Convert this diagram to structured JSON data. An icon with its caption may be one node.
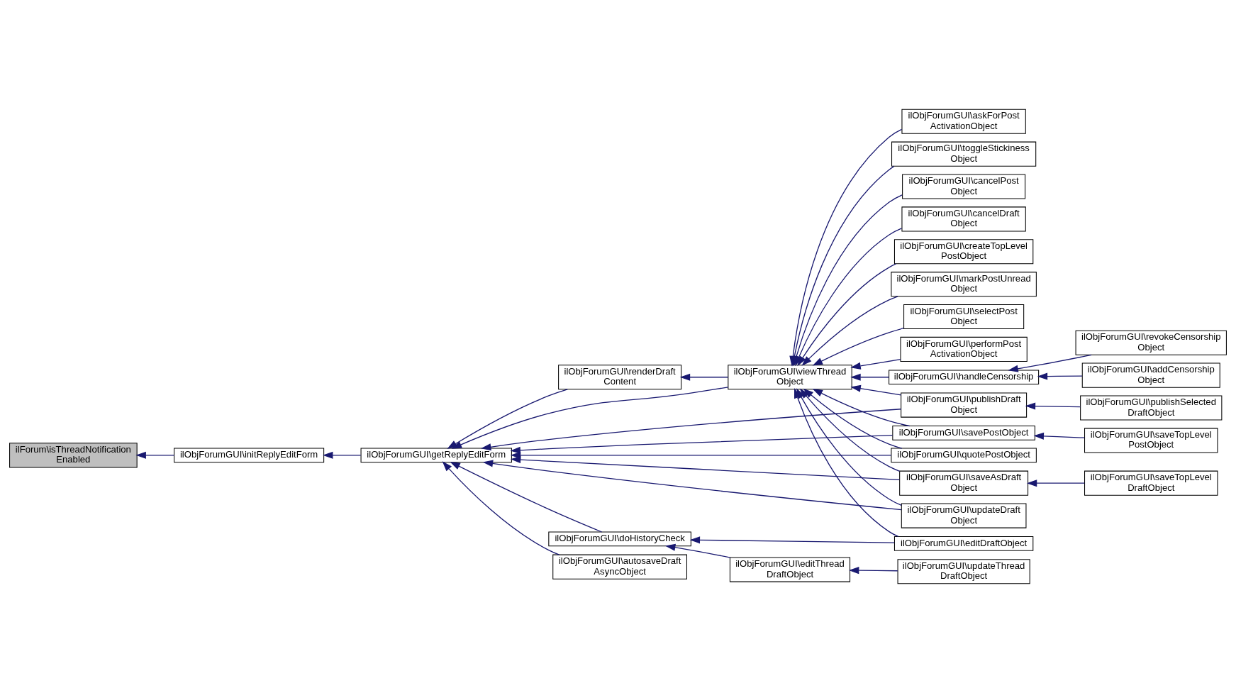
{
  "diagram": {
    "nodes": [
      {
        "text": [
          "ilForum\\isThreadNotification Enabled"
        ]
      },
      {
        "text": [
          "ilObjForumGUI\\initReplyEditForm"
        ]
      },
      {
        "text": [
          "ilObjForumGUI\\getReplyEditForm"
        ]
      },
      {
        "text": [
          "ilObjForumGUI\\renderDraft Content"
        ]
      },
      {
        "text": [
          "ilObjForumGUI\\doHistoryCheck"
        ]
      },
      {
        "text": [
          "ilObjForumGUI\\autosaveDraft AsyncObject"
        ]
      },
      {
        "text": [
          "ilObjForumGUI\\viewThread Object"
        ]
      },
      {
        "text": [
          "ilObjForumGUI\\editThread DraftObject"
        ]
      },
      {
        "text": [
          "ilObjForumGUI\\cancelDraft Object"
        ]
      },
      {
        "text": [
          "ilObjForumGUI\\createTopLevel PostObject"
        ]
      },
      {
        "text": [
          "ilObjForumGUI\\markPostUnread Object"
        ]
      },
      {
        "text": [
          "ilObjForumGUI\\selectPost Object"
        ]
      },
      {
        "text": [
          "ilObjForumGUI\\performPost ActivationObject"
        ]
      },
      {
        "text": [
          "ilObjForumGUI\\handleCensorship"
        ]
      },
      {
        "text": [
          "ilObjForumGUI\\askForPost ActivationObject"
        ]
      },
      {
        "text": [
          "ilObjForumGUI\\toggleStickiness Object"
        ]
      },
      {
        "text": [
          "ilObjForumGUI\\cancelPost Object"
        ]
      },
      {
        "text": [
          "ilObjForumGUI\\publishDraft Object"
        ]
      },
      {
        "text": [
          "ilObjForumGUI\\savePostObject"
        ]
      },
      {
        "text": [
          "ilObjForumGUI\\quotePostObject"
        ]
      },
      {
        "text": [
          "ilObjForumGUI\\saveAsDraft Object"
        ]
      },
      {
        "text": [
          "ilObjForumGUI\\updateDraft Object"
        ]
      },
      {
        "text": [
          "ilObjForumGUI\\editDraftObject"
        ]
      },
      {
        "text": [
          "ilObjForumGUI\\updateThread DraftObject"
        ]
      },
      {
        "text": [
          "ilObjForumGUI\\addCensorship Object"
        ]
      },
      {
        "text": [
          "ilObjForumGUI\\revokeCensorship Object"
        ]
      },
      {
        "text": [
          "ilObjForumGUI\\publishSelected DraftObject"
        ]
      },
      {
        "text": [
          "ilObjForumGUI\\saveTopLevel PostObject"
        ]
      },
      {
        "text": [
          "ilObjForumGUI\\saveTopLevel DraftObject"
        ]
      }
    ],
    "edges": [
      {
        "from": 1,
        "to": 0,
        "arrow": "to"
      },
      {
        "from": 2,
        "to": 1,
        "arrow": "to"
      },
      {
        "from": 3,
        "to": 2,
        "arrow": "to"
      },
      {
        "from": 4,
        "to": 2,
        "arrow": "to"
      },
      {
        "from": 5,
        "to": 2,
        "arrow": "to"
      },
      {
        "from": 6,
        "to": 2,
        "arrow": "to"
      },
      {
        "from": 17,
        "to": 2,
        "arrow": "to"
      },
      {
        "from": 18,
        "to": 2,
        "arrow": "to"
      },
      {
        "from": 19,
        "to": 2,
        "arrow": "to"
      },
      {
        "from": 20,
        "to": 2,
        "arrow": "to"
      },
      {
        "from": 21,
        "to": 2,
        "arrow": "to"
      },
      {
        "from": 6,
        "to": 3,
        "arrow": "to"
      },
      {
        "from": 7,
        "to": 4,
        "arrow": "to"
      },
      {
        "from": 22,
        "to": 4,
        "arrow": "to"
      },
      {
        "from": 8,
        "to": 6,
        "arrow": "to"
      },
      {
        "from": 9,
        "to": 6,
        "arrow": "to"
      },
      {
        "from": 10,
        "to": 6,
        "arrow": "to"
      },
      {
        "from": 11,
        "to": 6,
        "arrow": "to"
      },
      {
        "from": 12,
        "to": 6,
        "arrow": "to"
      },
      {
        "from": 13,
        "to": 6,
        "arrow": "to"
      },
      {
        "from": 14,
        "to": 6,
        "arrow": "to"
      },
      {
        "from": 15,
        "to": 6,
        "arrow": "to"
      },
      {
        "from": 16,
        "to": 6,
        "arrow": "to"
      },
      {
        "from": 17,
        "to": 6,
        "arrow": "to"
      },
      {
        "from": 18,
        "to": 6,
        "arrow": "to"
      },
      {
        "from": 19,
        "to": 6,
        "arrow": "to"
      },
      {
        "from": 20,
        "to": 6,
        "arrow": "to"
      },
      {
        "from": 21,
        "to": 6,
        "arrow": "to"
      },
      {
        "from": 22,
        "to": 6,
        "arrow": "to"
      },
      {
        "from": 23,
        "to": 7,
        "arrow": "to"
      },
      {
        "from": 24,
        "to": 13,
        "arrow": "to"
      },
      {
        "from": 25,
        "to": 13,
        "arrow": "to"
      },
      {
        "from": 26,
        "to": 17,
        "arrow": "to"
      },
      {
        "from": 27,
        "to": 18,
        "arrow": "to"
      },
      {
        "from": 28,
        "to": 20,
        "arrow": "to"
      }
    ]
  }
}
